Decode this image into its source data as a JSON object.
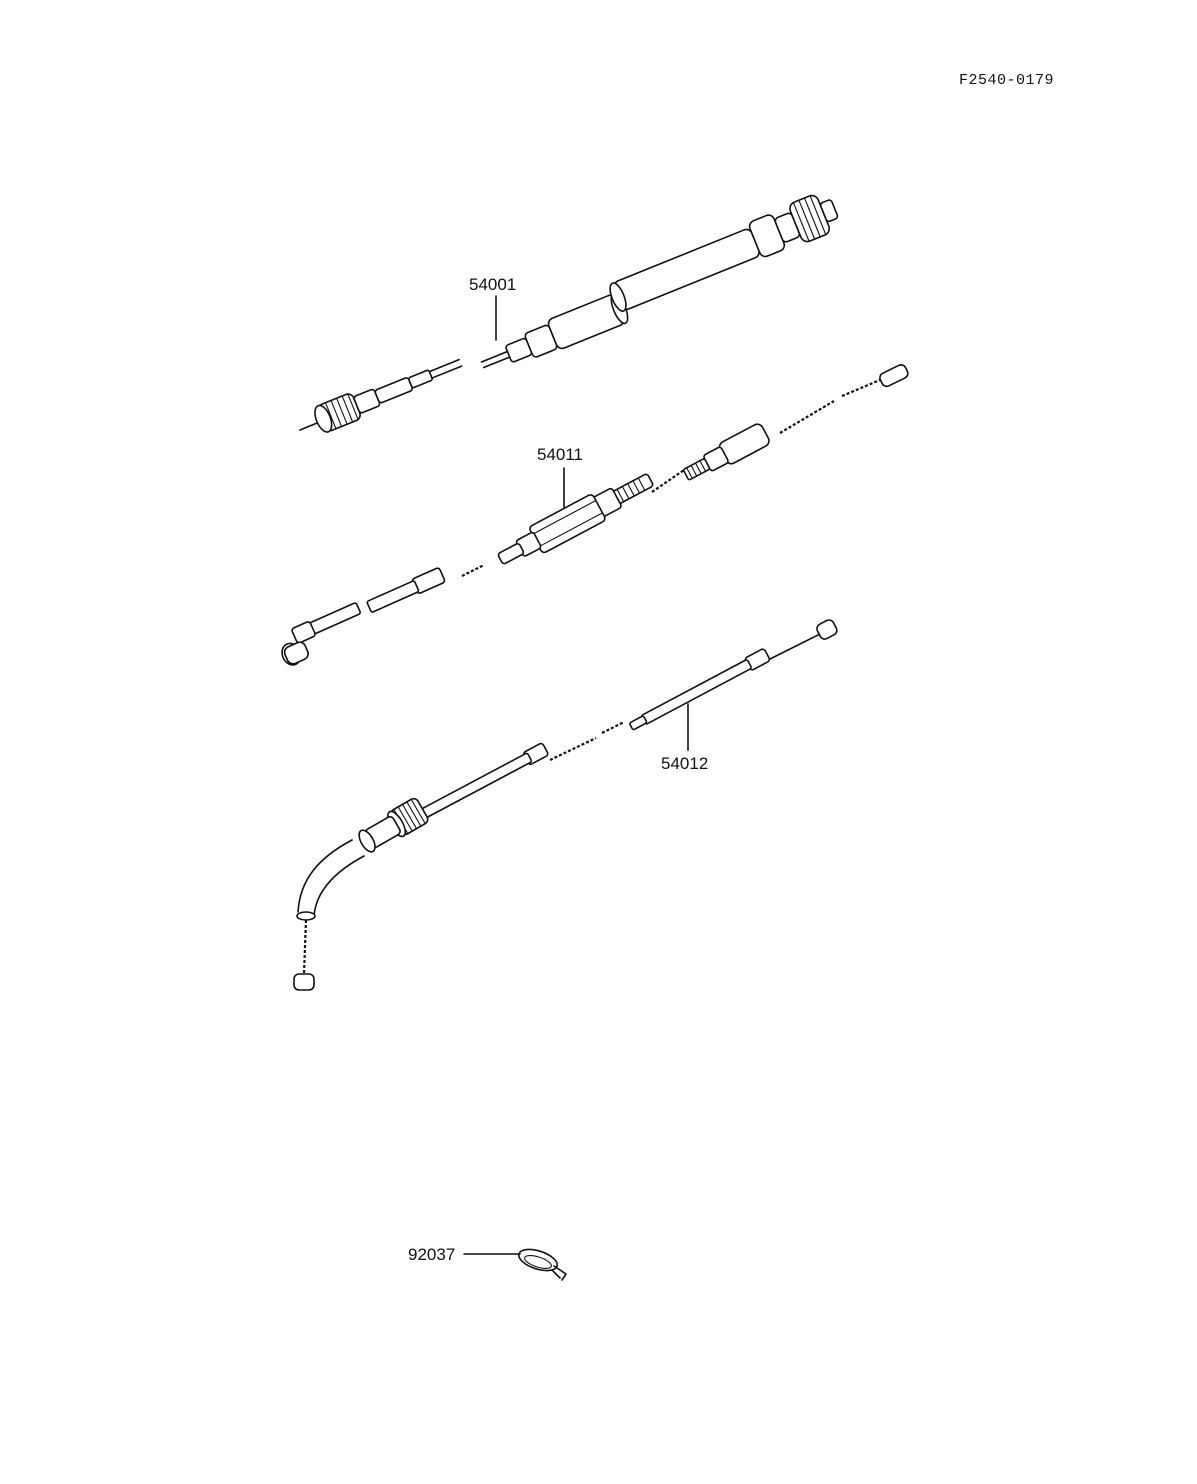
{
  "figure_code": "F2540-0179",
  "parts": [
    {
      "number": "54001"
    },
    {
      "number": "54011"
    },
    {
      "number": "54012"
    },
    {
      "number": "92037"
    }
  ]
}
